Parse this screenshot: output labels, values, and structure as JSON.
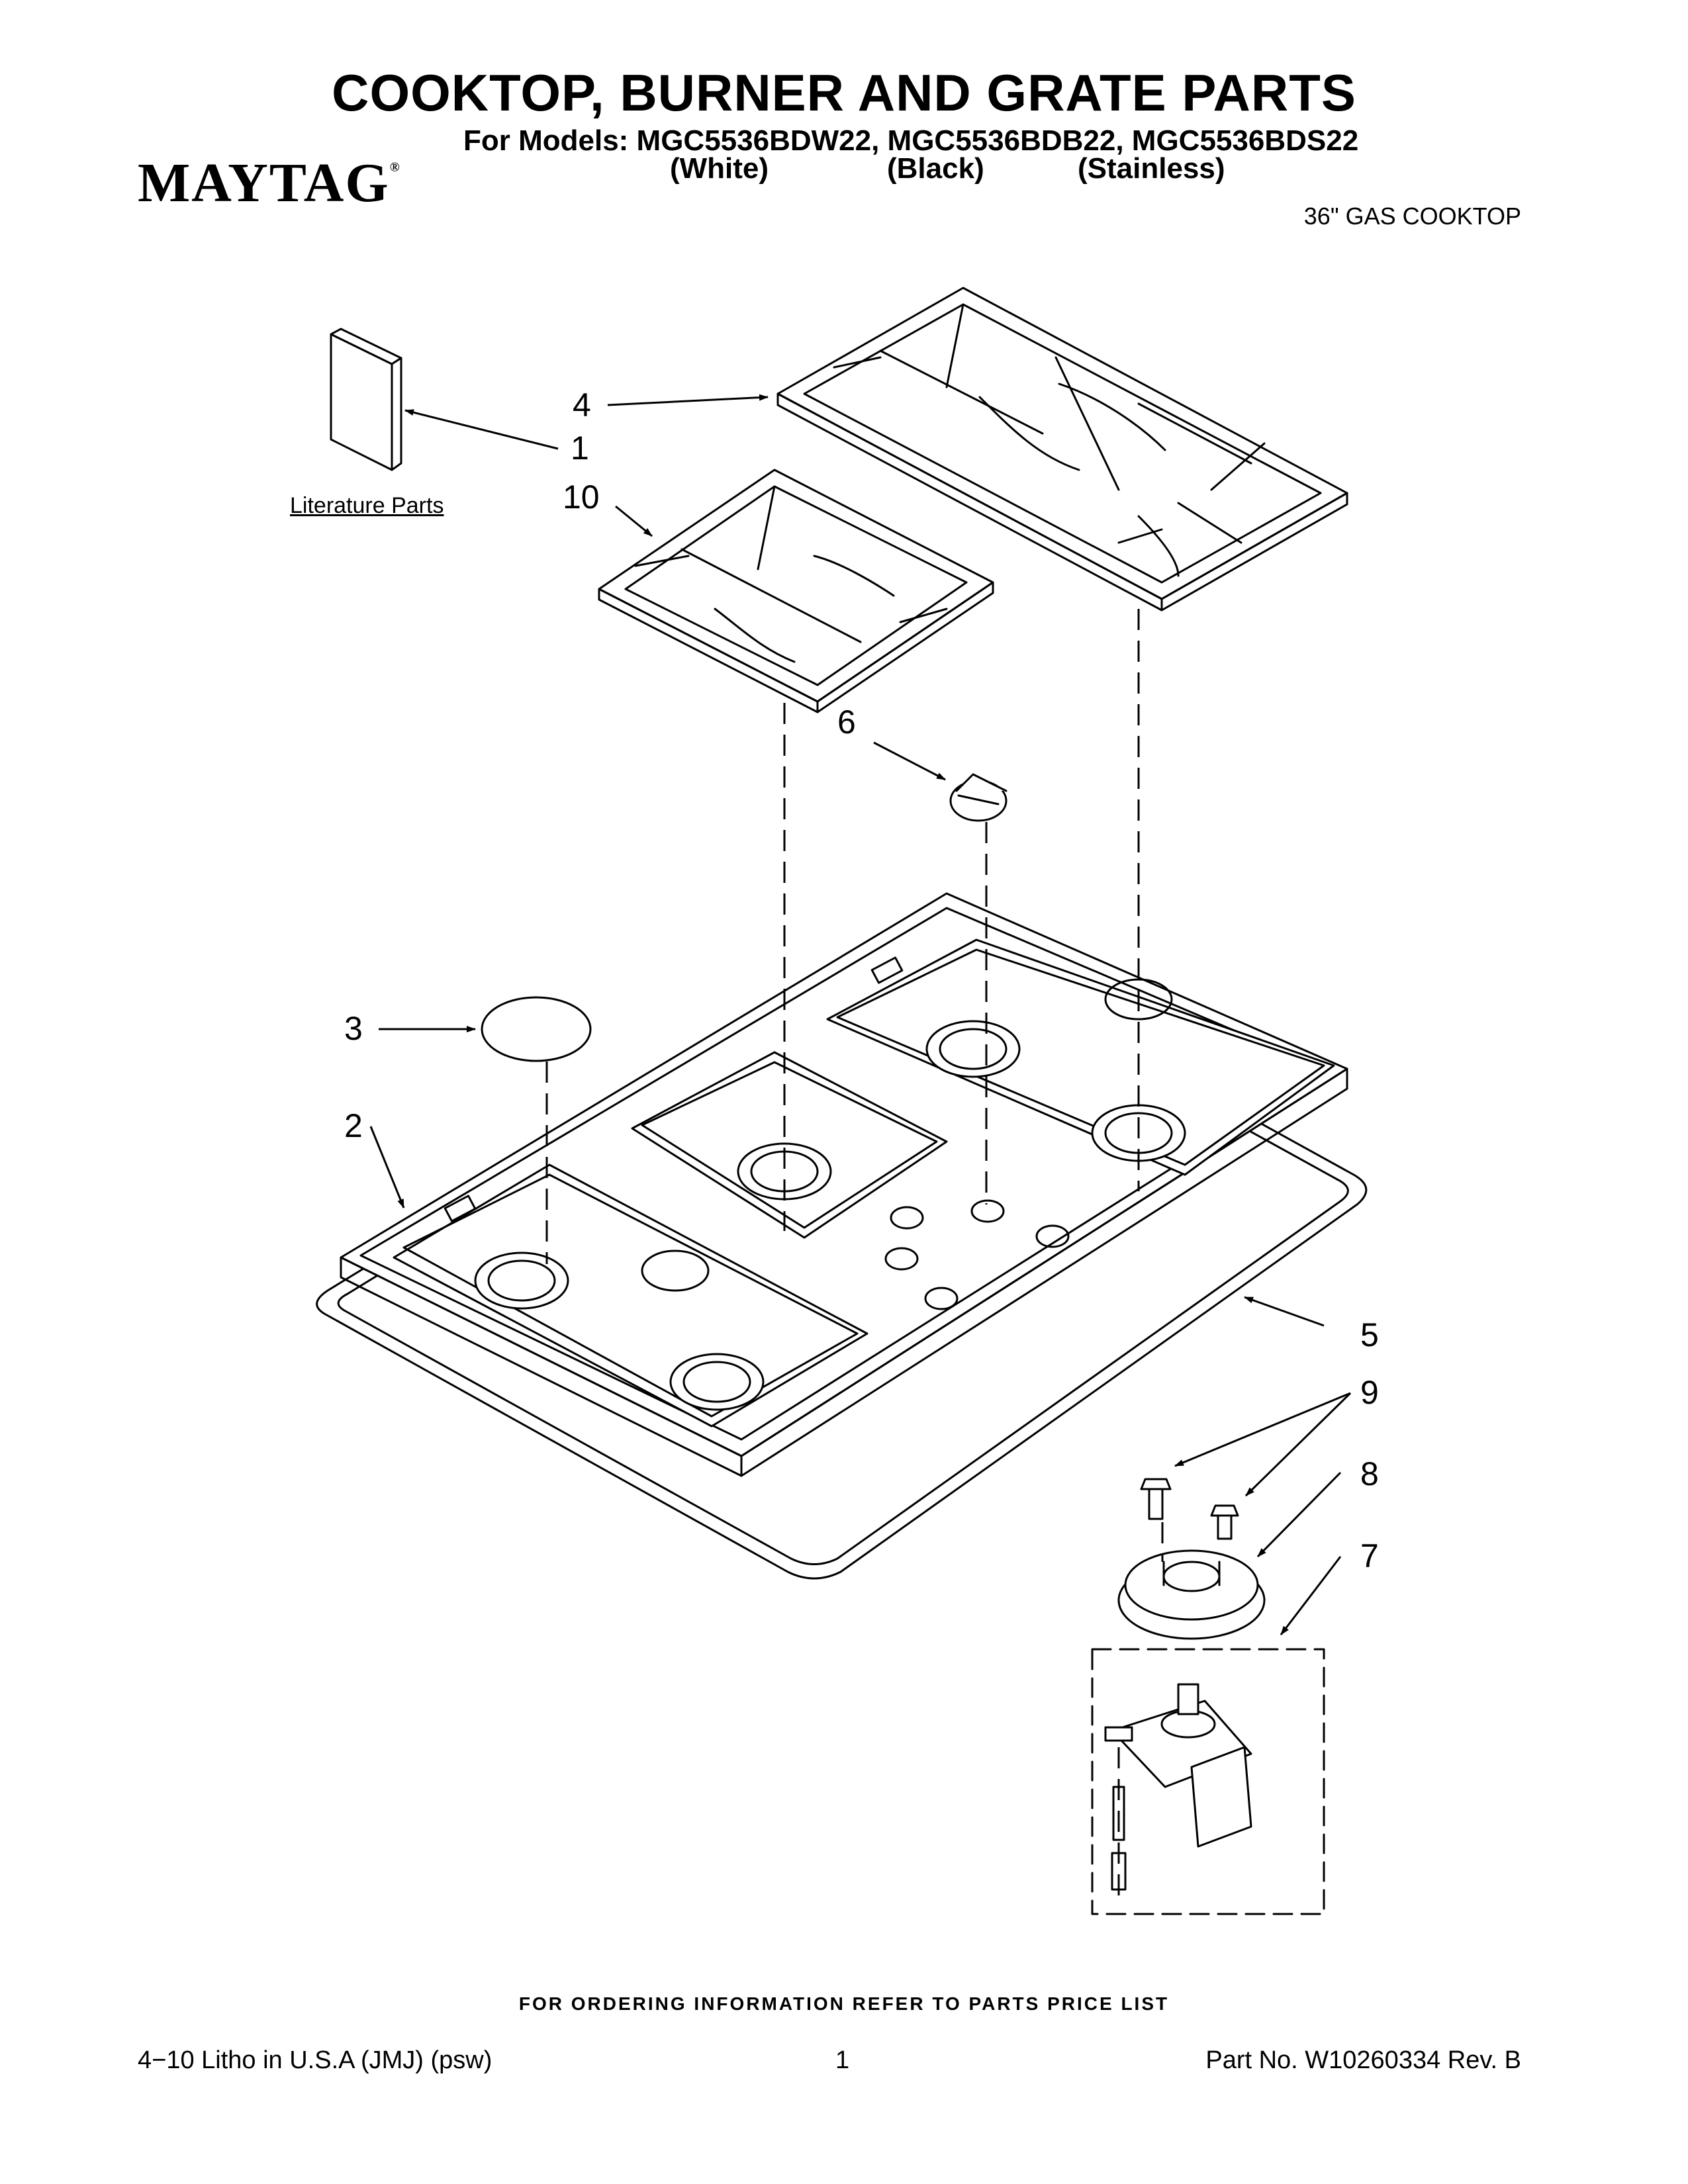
{
  "header": {
    "title": "COOKTOP, BURNER AND GRATE PARTS",
    "models_line": "For Models: MGC5536BDW22, MGC5536BDB22, MGC5536BDS22",
    "variants": [
      "(White)",
      "(Black)",
      "(Stainless)"
    ],
    "brand": "MAYTAG",
    "brand_mark": "®",
    "subtitle": "36\" GAS COOKTOP"
  },
  "diagram": {
    "literature_label": "Literature Parts",
    "callouts": [
      "1",
      "2",
      "3",
      "4",
      "5",
      "6",
      "7",
      "8",
      "9",
      "10"
    ]
  },
  "footer": {
    "ordering_note": "FOR ORDERING INFORMATION REFER TO PARTS PRICE LIST",
    "litho": "4−10 Litho in U.S.A (JMJ) (psw)",
    "page_number": "1",
    "part_number": "Part No. W10260334 Rev. B"
  }
}
